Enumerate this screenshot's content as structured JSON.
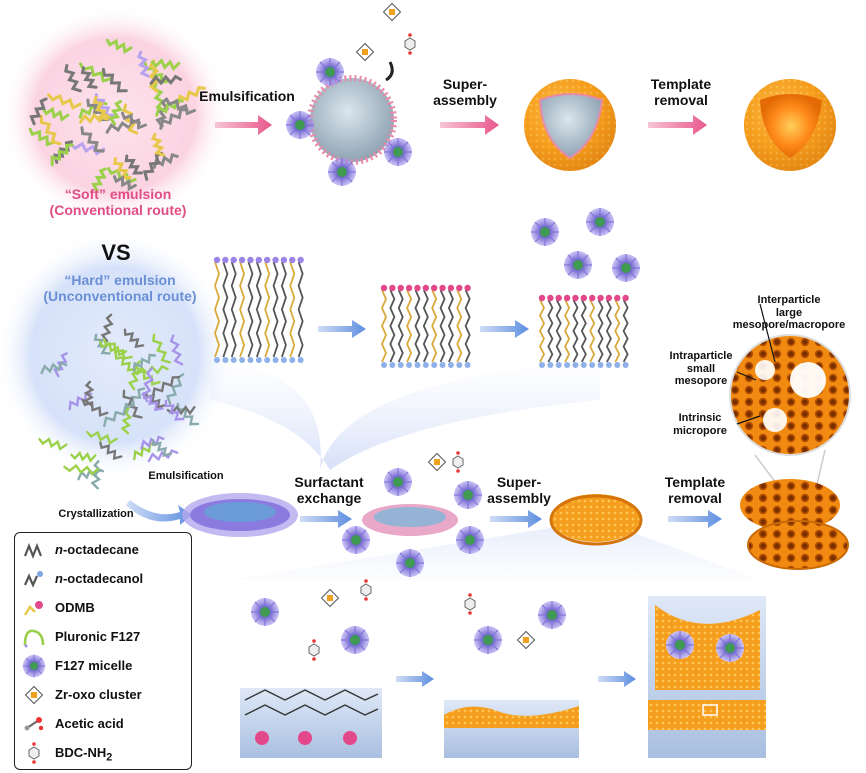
{
  "colors": {
    "soft_pink": "#e04d83",
    "hard_blue": "#6b8fd6",
    "mof_orange": "#f59d1c",
    "micelle_purple": "#8b7be0",
    "arrow_pink": "#e8578b",
    "arrow_blue": "#5d8ee0"
  },
  "conventional": {
    "title_line1": "“Soft” emulsion",
    "title_line2": "(Conventional route)",
    "step1": "Emulsification",
    "step2_line1": "Super-",
    "step2_line2": "assembly",
    "step3_line1": "Template",
    "step3_line2": "removal"
  },
  "versus": "VS",
  "unconventional": {
    "title_line1": "“Hard” emulsion",
    "title_line2": "(Unconventional route)",
    "crystallization": "Crystallization",
    "emulsification": "Emulsification",
    "step2_line1": "Surfactant",
    "step2_line2": "exchange",
    "step3_line1": "Super-",
    "step3_line2": "assembly",
    "step4_line1": "Template",
    "step4_line2": "removal"
  },
  "pores": {
    "interparticle_line1": "Interparticle",
    "interparticle_line2": "large mesopore/macropore",
    "intraparticle_line1": "Intraparticle",
    "intraparticle_line2": "small mesopore",
    "intrinsic_line1": "Intrinsic",
    "intrinsic_line2": "micropore"
  },
  "legend": [
    {
      "icon": "n-octadecane-icon",
      "prefix": "n",
      "label": "-octadecane"
    },
    {
      "icon": "n-octadecanol-icon",
      "prefix": "n",
      "label": "-octadecanol"
    },
    {
      "icon": "odmb-icon",
      "prefix": "",
      "label": "ODMB"
    },
    {
      "icon": "pluronic-f127-icon",
      "prefix": "",
      "label": "Pluronic F127"
    },
    {
      "icon": "f127-micelle-icon",
      "prefix": "",
      "label": "F127 micelle"
    },
    {
      "icon": "zr-oxo-cluster-icon",
      "prefix": "",
      "label": "Zr-oxo cluster"
    },
    {
      "icon": "acetic-acid-icon",
      "prefix": "",
      "label": "Acetic acid"
    },
    {
      "icon": "bdc-nh2-icon",
      "prefix": "",
      "label": "BDC-NH",
      "subscript": "2"
    }
  ]
}
